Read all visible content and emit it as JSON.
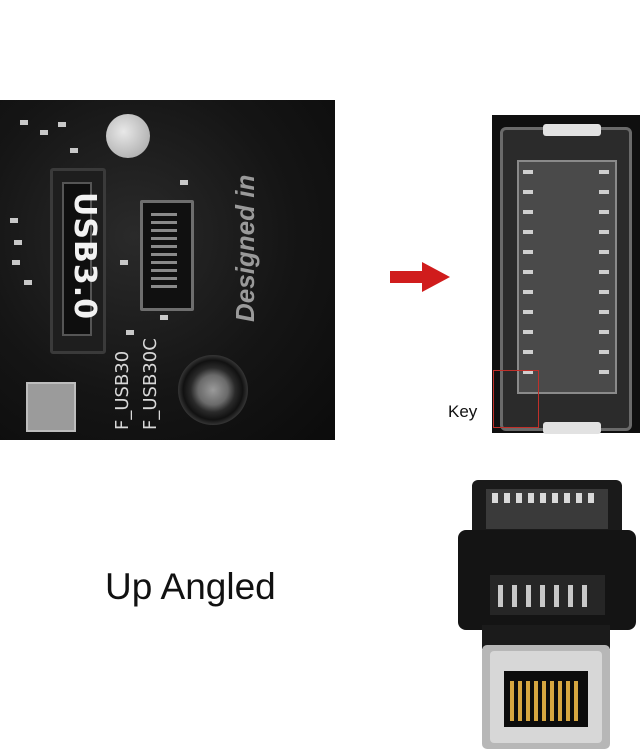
{
  "board_photo": {
    "header_label": "USB3.0",
    "silkscreen_brand": "Designed in",
    "label_left": "F_USB30",
    "label_right": "F_USB30C"
  },
  "connector_closeup": {
    "key_label": "Key",
    "highlight_color": "#c0302a"
  },
  "arrow": {
    "color": "#d01c1c",
    "icon": "right-arrow-icon"
  },
  "caption": {
    "text": "Up Angled"
  }
}
